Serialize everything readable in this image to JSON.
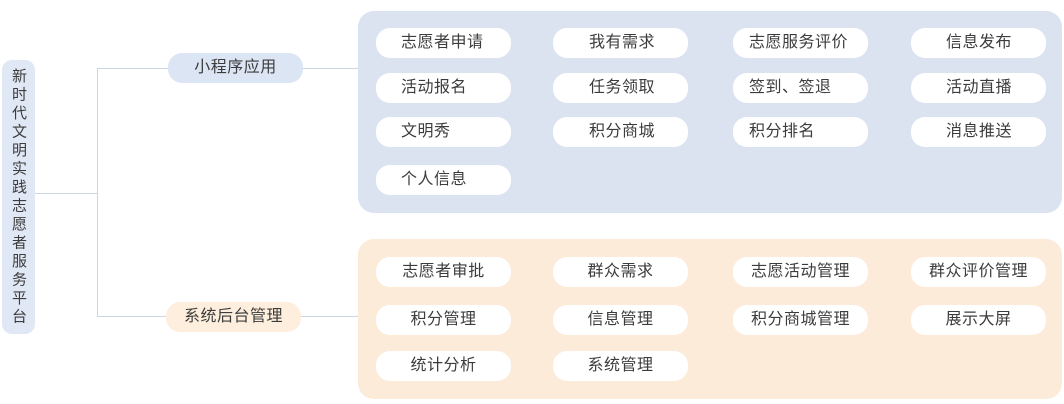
{
  "diagram": {
    "root": {
      "label": "新时代文明实践志愿者服务平台"
    },
    "branches": [
      {
        "label": "小程序应用"
      },
      {
        "label": "系统后台管理"
      }
    ],
    "panels": [
      {
        "branch": "小程序应用",
        "rows": [
          [
            "志愿者申请",
            "我有需求",
            "志愿服务评价",
            "信息发布"
          ],
          [
            "活动报名",
            "任务领取",
            "签到、签退",
            "活动直播"
          ],
          [
            "文明秀",
            "积分商城",
            "积分排名",
            "消息推送"
          ],
          [
            "个人信息"
          ]
        ]
      },
      {
        "branch": "系统后台管理",
        "rows": [
          [
            "志愿者审批",
            "群众需求",
            "志愿活动管理",
            "群众评价管理"
          ],
          [
            "积分管理",
            "信息管理",
            "积分商城管理",
            "展示大屏"
          ],
          [
            "统计分析",
            "系统管理"
          ]
        ]
      }
    ]
  },
  "colors": {
    "line": "#ccd5e3",
    "root_bg": "#e1e8f5",
    "mini_node_bg": "#dce5f4",
    "mini_panel_bg": "#dbe3f1",
    "admin_node_bg": "#fdeedd",
    "admin_panel_bg": "#fcebd9",
    "text": "#3c3c3c",
    "pill_bg": "#ffffff"
  }
}
